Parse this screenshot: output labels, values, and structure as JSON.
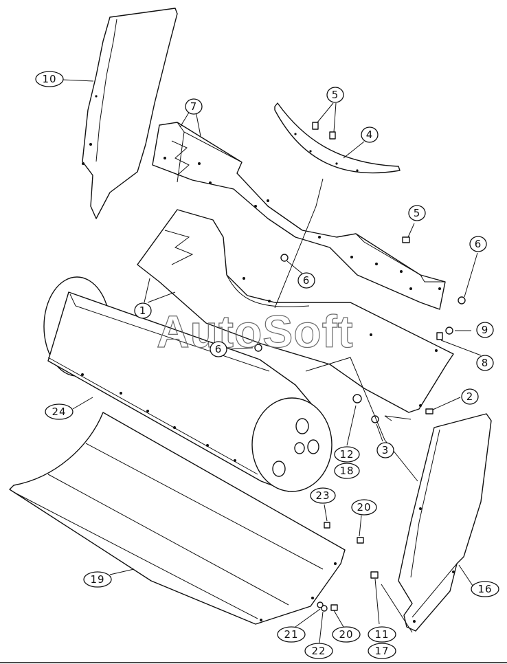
{
  "watermark": "AutoSoft",
  "callouts": [
    "10",
    "7",
    "5",
    "4",
    "5",
    "6",
    "6",
    "1",
    "9",
    "6",
    "8",
    "24",
    "2",
    "12",
    "18",
    "3",
    "23",
    "20",
    "19",
    "16",
    "21",
    "22",
    "20",
    "11",
    "17"
  ]
}
